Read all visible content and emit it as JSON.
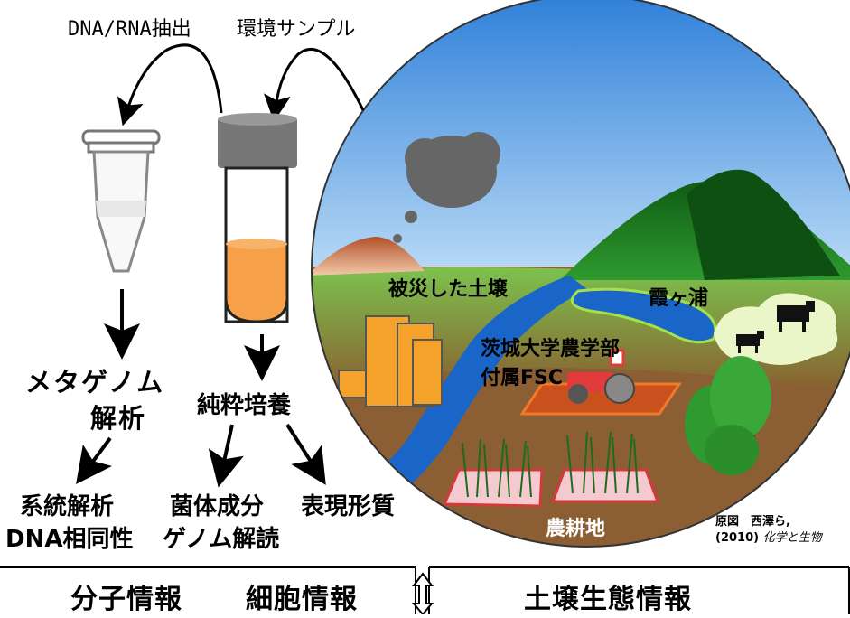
{
  "top": {
    "extraction": "DNA/RNA抽出",
    "sample": "環境サンプル"
  },
  "left": {
    "metagenome_line1": "メタゲノム",
    "metagenome_line2": "解析",
    "culture": "純粋培養",
    "phylo": "系統解析",
    "dna_homology": "DNA相同性",
    "components": "菌体成分",
    "genome": "ゲノム解読",
    "phenotype": "表現形質"
  },
  "scene": {
    "damaged_soil": "被災した土壌",
    "lake": "霞ヶ浦",
    "univ_line1": "茨城大学農学部",
    "univ_line2": "付属FSC",
    "farmland": "農耕地",
    "citation_line1": "原図　西澤ら,",
    "citation_prefix": "(2010) ",
    "citation_journal": "化学と生物"
  },
  "bottom": {
    "molecular": "分子情報",
    "cellular": "細胞情報",
    "soil_eco": "土壌生態情報"
  },
  "colors": {
    "sky": "#3e8fe0",
    "ground": "#8b5e34",
    "grass": "#8ccf5e",
    "river": "#1a66c8",
    "building": "#f5a22a",
    "tube_liquid": "#f7a04a",
    "mountain": "#1f7a1f"
  }
}
